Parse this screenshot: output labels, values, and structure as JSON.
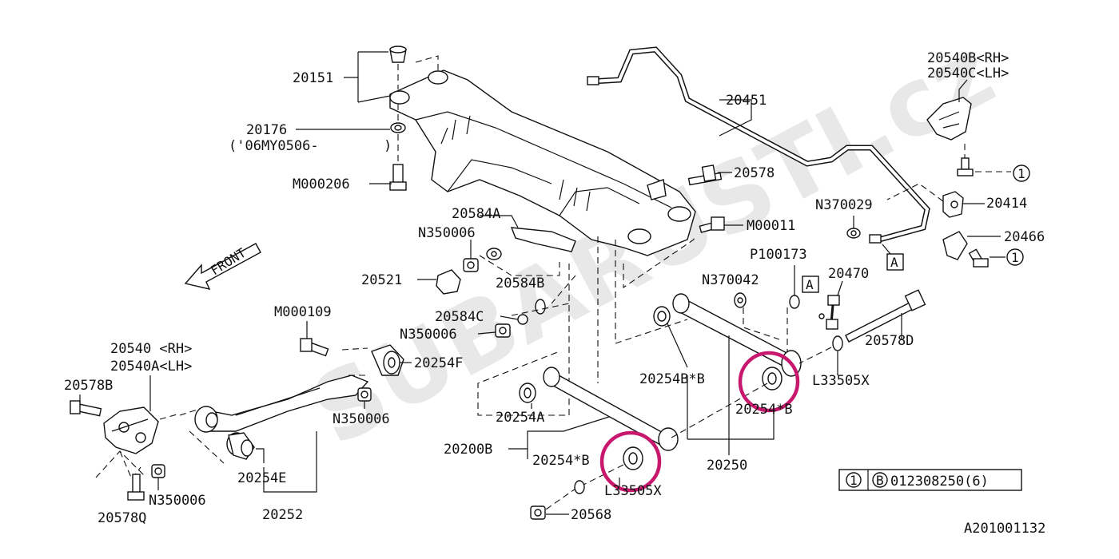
{
  "watermark": "SUBARUSTI.cz",
  "front_label": "FRONT",
  "diagram_code": "A201001132",
  "legend": {
    "circle": "1",
    "badge": "B",
    "part": "012308250(6)"
  },
  "ref_a": "A",
  "labels": {
    "p20151": "20151",
    "p20176": "20176",
    "p20176_note": "('06MY0506-",
    "p20176_close": ")",
    "pM000206": "M000206",
    "p20584A": "20584A",
    "pN350006_a": "N350006",
    "p20521": "20521",
    "p20584B": "20584B",
    "p20584C": "20584C",
    "pN350006_b": "N350006",
    "pM000109": "M000109",
    "p20540": "20540 <RH>",
    "p20540A": "20540A<LH>",
    "p20578B": "20578B",
    "p20254F": "20254F",
    "pN350006_c": "N350006",
    "pN350006_d": "N350006",
    "p20254E": "20254E",
    "p20252": "20252",
    "p20578Q": "20578Q",
    "p20451": "20451",
    "p20578": "20578",
    "pM00011": "M00011",
    "pN370042": "N370042",
    "pP100173": "P100173",
    "p20470": "20470",
    "pN370029": "N370029",
    "p20540B": "20540B<RH>",
    "p20540C": "20540C<LH>",
    "p20414": "20414",
    "p20466": "20466",
    "p20578D": "20578D",
    "pL33505X_a": "L33505X",
    "p20254BB": "20254B*B",
    "p20254B_right": "20254*B",
    "p20254A": "20254A",
    "p20200B": "20200B",
    "p20254B_left": "20254*B",
    "pL33505X_b": "L33505X",
    "p20568": "20568",
    "p20250": "20250",
    "circle_one": "1"
  }
}
